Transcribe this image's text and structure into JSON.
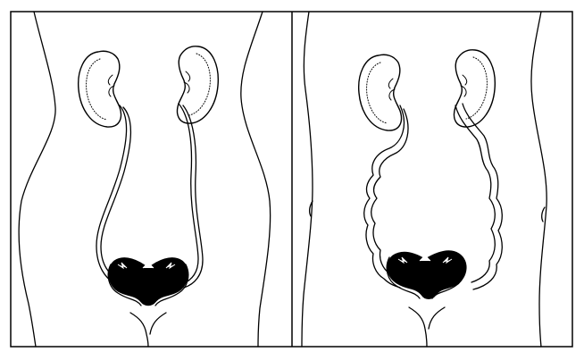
{
  "figure": {
    "panels": [
      {
        "id": "left",
        "state": "ureters-normal"
      },
      {
        "id": "right",
        "state": "ureters-dilated-tortuous"
      }
    ],
    "colors": {
      "ink": "#000000",
      "paper": "#ffffff"
    }
  }
}
